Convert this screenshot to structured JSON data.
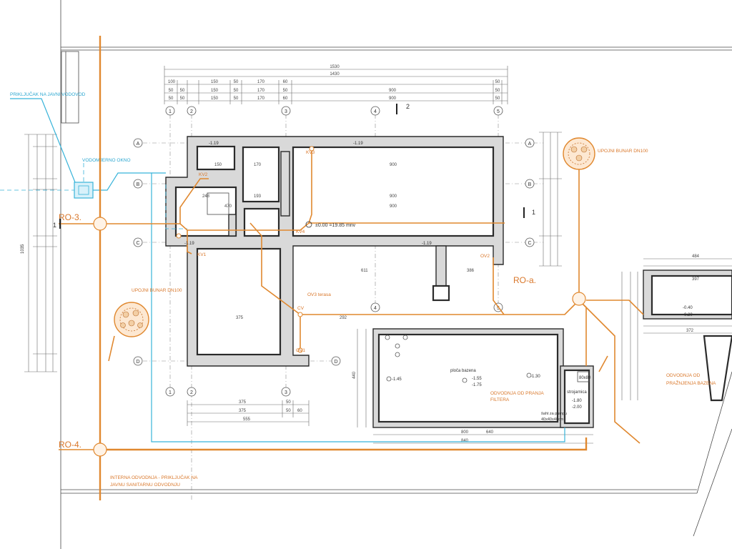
{
  "labels": {
    "ro3": "RO-3.",
    "ro4": "RO-4.",
    "roa": "RO-a.",
    "prikljucak_vodovod": "PRIKLJUČAK NA JAVNI VODOVOD",
    "vodomjerno_okno": "VODOMJERNO OKNO",
    "upojni_bunar_left": "UPOJNI BUNAR DN100",
    "upojni_bunar_right": "UPOJNI BUNAR DN100",
    "interna_odvodnja_1": "INTERNA ODVODNJA - PRIKLJUČAK NA",
    "interna_odvodnja_2": "JAVNU SANITARNU ODVODNJU",
    "odvodnja_filtera_1": "ODVODNJA OD PRANJA",
    "odvodnja_filtera_2": "FILTERA",
    "odvodnja_bazena_1": "ODVODNJA OD",
    "odvodnja_bazena_2": "PRAŽNJENJA BAZENA",
    "ploca_bazena": "ploča bazena",
    "ploca_bazena_v1": "-1.55",
    "ploca_bazena_v2": "-1.75",
    "strojarnica": "strojarnica",
    "strojarnica_v1": "-1.80",
    "strojarnica_v2": "-2.00",
    "strojarnica_size": "80x80",
    "sahta_1": "šaht za pumpu",
    "sahta_2": "40x40x40cm",
    "kota_0": "±0.00 =19.85 mnv",
    "kv1": "KV1",
    "kv2": "KV2",
    "kv3": "KV3",
    "kv4": "KV4",
    "ov1": "OV1",
    "ov2": "OV2",
    "ov3": "OV3 terasa",
    "cv": "CV",
    "lvl_119a": "-1.19",
    "lvl_119b": "-1.19",
    "lvl_119c": "-1.19",
    "lvl_119d": "-1.19",
    "lvl_145": "-1.45",
    "lvl_130": "-1.30",
    "lvl_040": "-0.40",
    "lvl_020": "-0.20",
    "section_mark": "2",
    "section_mark2": "1",
    "section_mark3": "1"
  },
  "axes": {
    "cols": [
      "1",
      "2",
      "3",
      "4",
      "5"
    ],
    "rows": [
      "A",
      "B",
      "C",
      "D"
    ]
  },
  "dims": {
    "top_total": "1530",
    "top_sub": "1430",
    "top_row1": [
      "100",
      "150",
      "50",
      "170",
      "60",
      "50"
    ],
    "top_row2": [
      "50",
      "50",
      "150",
      "50",
      "170",
      "50",
      "900",
      "50"
    ],
    "top_row3": [
      "50",
      "50",
      "150",
      "50",
      "170",
      "60",
      "900",
      "50"
    ],
    "left_total": "1035",
    "bottom_row1": [
      "375",
      "50"
    ],
    "bottom_row2": [
      "375",
      "50",
      "60"
    ],
    "bottom_total": "555",
    "pool_width": "800",
    "pool_width2": "840",
    "pool_inner": "640",
    "pool_h": "440",
    "right_total": "484",
    "right_sub": "397",
    "right_sub2": "372",
    "room_900": "900",
    "room_193": "193",
    "room_248": "248",
    "room_470": "470",
    "room_375": "375",
    "room_611": "611",
    "room_292": "292",
    "room_386": "386",
    "room_150": "150",
    "room_170": "170",
    "room_150b": "150"
  }
}
